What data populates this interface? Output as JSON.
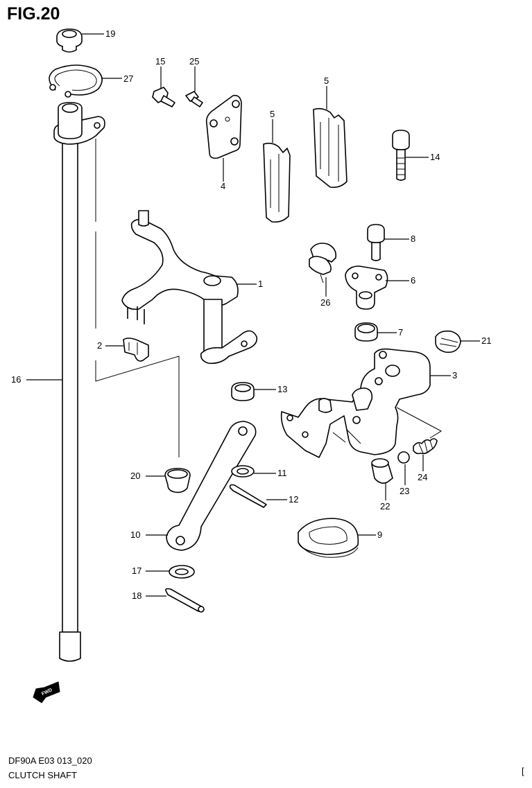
{
  "figure": {
    "title": "FIG.20",
    "code": "DF90A E03 013_020",
    "name": "CLUTCH SHAFT",
    "corner_mark": "["
  },
  "direction_badge": "FWD",
  "callouts": {
    "c1": "1",
    "c2": "2",
    "c3": "3",
    "c4": "4",
    "c5a": "5",
    "c5b": "5",
    "c6": "6",
    "c7": "7",
    "c8": "8",
    "c9": "9",
    "c10": "10",
    "c11": "11",
    "c12": "12",
    "c13": "13",
    "c14": "14",
    "c15": "15",
    "c16": "16",
    "c17": "17",
    "c18": "18",
    "c19": "19",
    "c20": "20",
    "c21": "21",
    "c22": "22",
    "c23": "23",
    "c24": "24",
    "c25": "25",
    "c26": "26",
    "c27": "27"
  }
}
